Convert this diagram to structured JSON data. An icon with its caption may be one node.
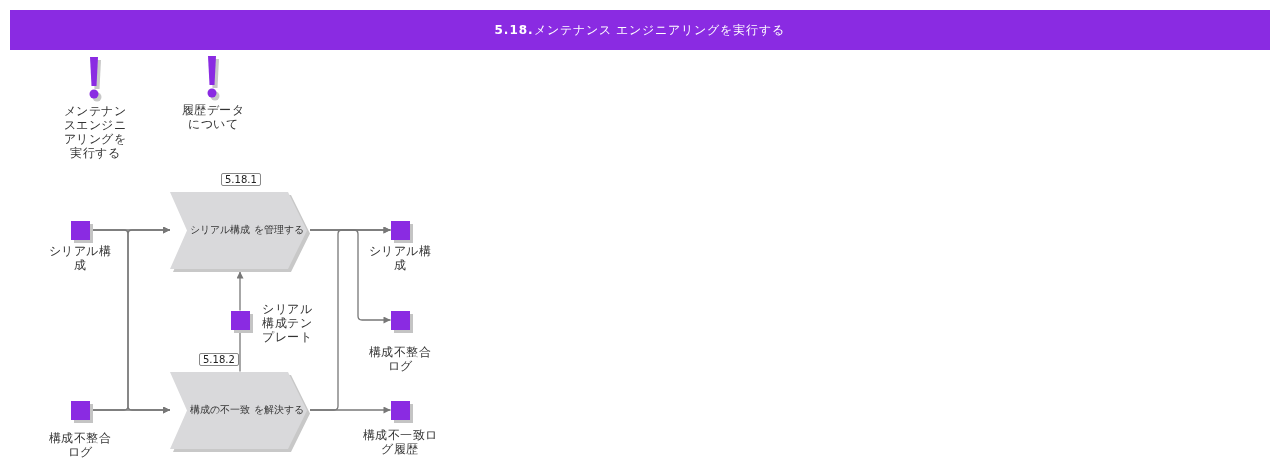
{
  "diagram": {
    "title": "**5.18.**メンテナンス エンジニアリングを実行する",
    "nodes": [
      {
        "text": [],
        "shape": "box",
        "beside": [
          "シリアル構成"
        ]
      },
      {
        "text": [
          "シリアル構成 を管理する"
        ],
        "beside": [
          "5.18.1"
        ]
      },
      {
        "text": [],
        "shape": "box",
        "beside": [
          "シリアル構成"
        ]
      },
      {
        "text": [],
        "shape": "box",
        "beside": [
          "シリアル構成テンプレート"
        ]
      },
      {
        "text": [],
        "shape": "box",
        "beside": [
          "構成不整合ログ"
        ]
      },
      {
        "text": [],
        "shape": "box",
        "beside": [
          "構成不整合ログ"
        ]
      },
      {
        "text": [
          "構成の不一致 を解決する"
        ],
        "beside": [
          "5.18.2"
        ]
      },
      {
        "text": [],
        "shape": "box",
        "beside": [
          "構成不一致ログ履歴"
        ]
      }
    ],
    "edges": [
      {
        "from": 0,
        "to": 1,
        "arrow": "to"
      },
      {
        "from": 0,
        "to": 6,
        "arrow": "to"
      },
      {
        "from": 5,
        "to": 1,
        "arrow": "to"
      },
      {
        "from": 5,
        "to": 6,
        "arrow": "to"
      },
      {
        "from": 3,
        "to": 1,
        "arrow": "to"
      },
      {
        "from": 3,
        "to": 6,
        "arrow": "none"
      },
      {
        "from": 1,
        "to": 2,
        "arrow": "to"
      },
      {
        "from": 1,
        "to": 4,
        "arrow": "to"
      },
      {
        "from": 6,
        "to": 7,
        "arrow": "to"
      },
      {
        "from": 6,
        "to": 2,
        "arrow": "to"
      }
    ],
    "labels": [
      "メンテナンスエンジニアリングを実行する",
      "履歴データについて"
    ]
  }
}
